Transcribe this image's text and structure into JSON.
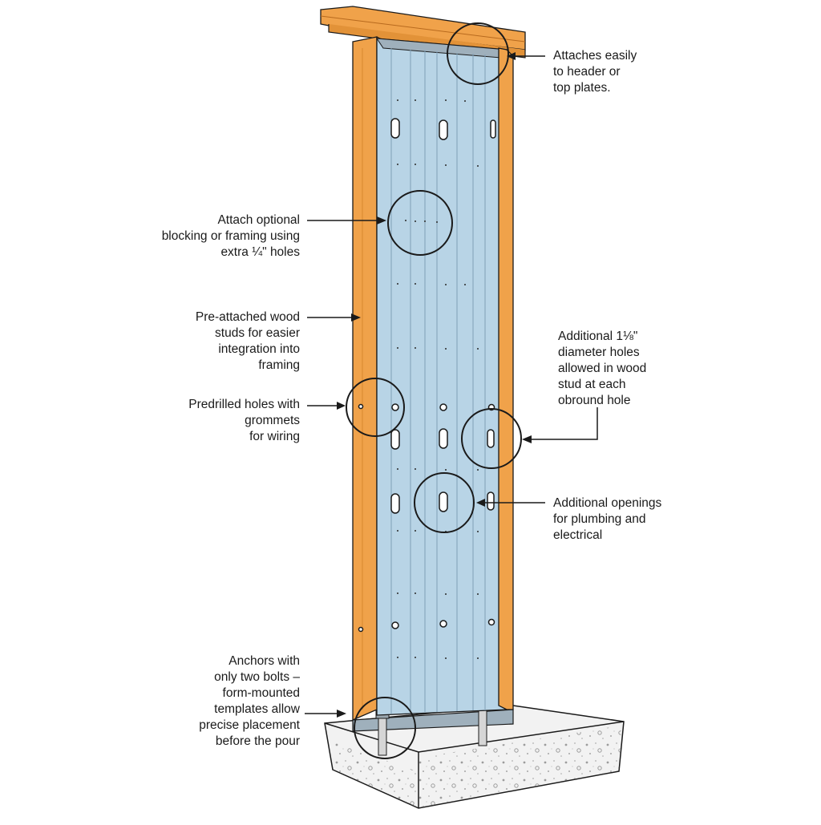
{
  "diagram": {
    "colors": {
      "wood": "#f0a24a",
      "wood_edge": "#b86a1e",
      "steel": "#b8d4e6",
      "steel_dark": "#8fb3cc",
      "concrete": "#f1f1f1",
      "outline": "#1a1a1a"
    },
    "callouts": [
      {
        "id": "top",
        "text": "Attaches easily\nto header or\ntop plates."
      },
      {
        "id": "blocking",
        "text": "Attach optional\nblocking or framing using\nextra ¼\" holes"
      },
      {
        "id": "studs",
        "text": "Pre-attached wood\nstuds for easier\nintegration into\nframing"
      },
      {
        "id": "grommets",
        "text": "Predrilled holes with\ngrommets\nfor wiring"
      },
      {
        "id": "diameter",
        "text": "Additional 1⅛\"\ndiameter holes\nallowed in wood\nstud at each\nobround hole"
      },
      {
        "id": "openings",
        "text": "Additional openings\nfor plumbing and\nelectrical"
      },
      {
        "id": "anchors",
        "text": "Anchors with\nonly two bolts –\nform-mounted\ntemplates allow\nprecise placement\nbefore the pour"
      }
    ]
  }
}
